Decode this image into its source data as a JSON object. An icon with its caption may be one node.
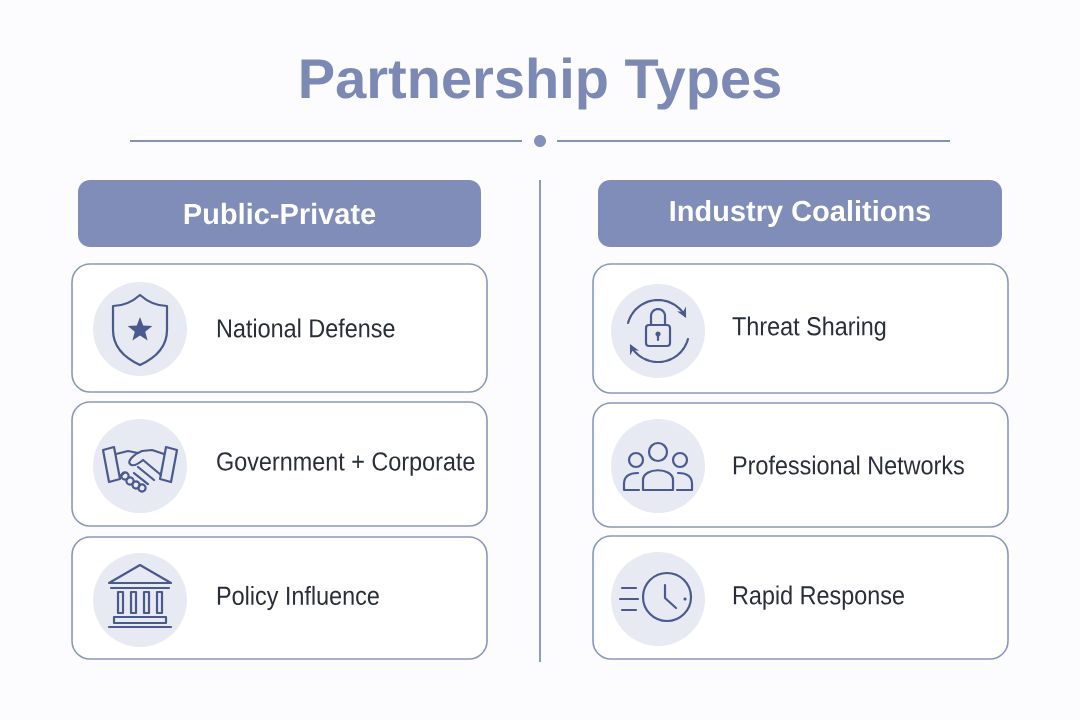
{
  "diagram": {
    "title": "Partnership Types",
    "nodes": [
      {
        "text": [
          "Public-Private"
        ]
      },
      {
        "text": [
          "National Defense"
        ]
      },
      {
        "text": [
          "Government + Corporate"
        ]
      },
      {
        "text": [
          "Policy Influence"
        ]
      },
      {
        "text": [
          "Industry Coalitions"
        ]
      },
      {
        "text": [
          "Threat Sharing"
        ]
      },
      {
        "text": [
          "Professional Networks"
        ]
      },
      {
        "text": [
          "Rapid Response"
        ]
      }
    ]
  }
}
